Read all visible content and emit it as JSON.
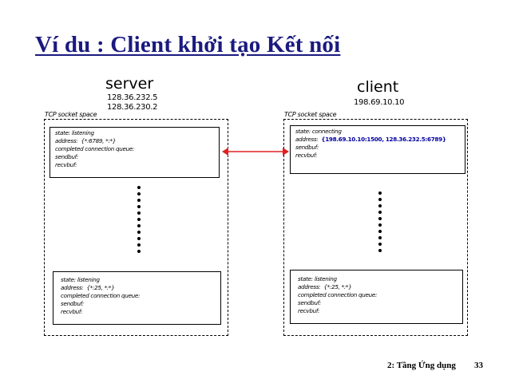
{
  "title": "Ví du : Client khởi tạo Kết nối",
  "server": {
    "name": "server",
    "ips": [
      "128.36.232.5",
      "128.36.230.2"
    ],
    "space_label": "TCP socket space",
    "sockets": [
      {
        "state": "state: listening",
        "address_label": "address:",
        "address_value": "{*:6789, *:*}",
        "queue": "completed connection queue:",
        "sendbuf": "sendbuf:",
        "recvbuf": "recvbuf:"
      },
      {
        "state": "state: listening",
        "address_label": "address:",
        "address_value": "{*:25, *:*}",
        "queue": "completed connection queue:",
        "sendbuf": "sendbuf:",
        "recvbuf": "recvbuf:"
      }
    ]
  },
  "client": {
    "name": "client",
    "ips": [
      "198.69.10.10"
    ],
    "space_label": "TCP socket space",
    "sockets": [
      {
        "state": "state: connecting",
        "address_label": "address:",
        "address_value": "{198.69.10.10:1500, 128.36.232.5:6789}",
        "sendbuf": "sendbuf:",
        "recvbuf": "recvbuf:"
      },
      {
        "state": "state: listening",
        "address_label": "address:",
        "address_value": "{*:25, *:*}",
        "queue": "completed connection queue:",
        "sendbuf": "sendbuf:",
        "recvbuf": "recvbuf:"
      }
    ]
  },
  "footer": {
    "chapter": "2: Tầng Ứng dụng",
    "page": "33"
  },
  "colors": {
    "title": "#1a1a80",
    "arrow": "#e02020",
    "address": "#0000a0"
  }
}
